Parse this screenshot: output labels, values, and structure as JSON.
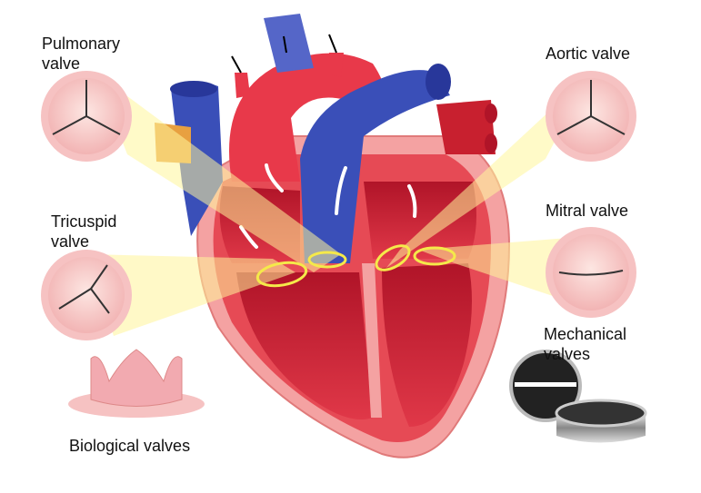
{
  "labels": {
    "pulmonary": [
      "Pulmonary",
      "valve"
    ],
    "aortic": "Aortic valve",
    "tricuspid": [
      "Tricuspid",
      "valve"
    ],
    "mitral": "Mitral valve",
    "mechanical": [
      "Mechanical",
      "valves"
    ],
    "biological": "Biological valves"
  },
  "colors": {
    "artery_red": "#e8394a",
    "vein_blue": "#3a4fb8",
    "muscle_pink": "#f0a0a0",
    "chamber_dark": "#9a1020",
    "highlight_yellow": "#fff59a",
    "valve_ring": "#f5e94a"
  }
}
